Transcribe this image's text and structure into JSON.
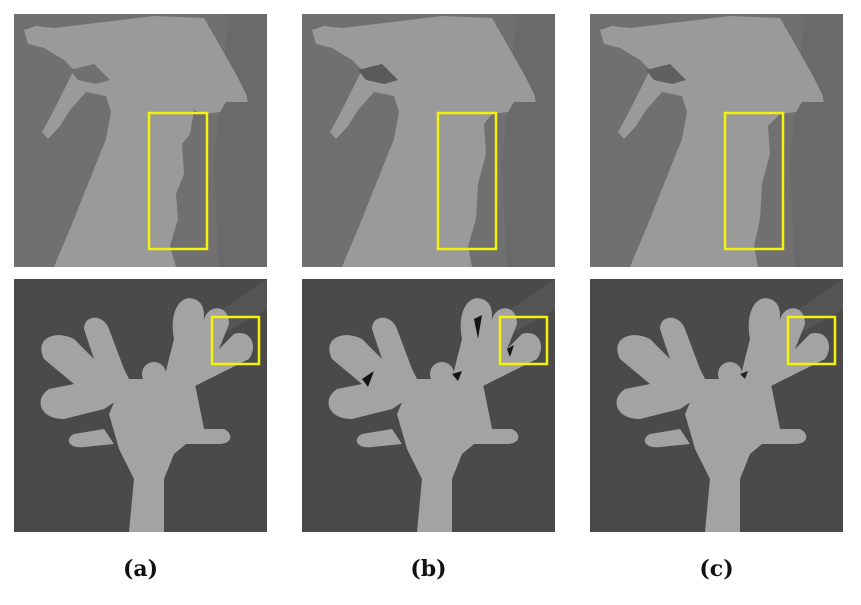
{
  "figure": {
    "labels": [
      "(a)",
      "(b)",
      "(c)"
    ],
    "rows": [
      "spray-bottle-depth-map",
      "antler-toy-depth-map"
    ],
    "highlight_color": "#f2f20a"
  }
}
